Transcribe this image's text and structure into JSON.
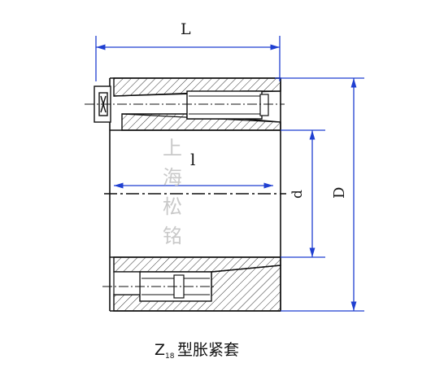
{
  "diagram": {
    "dimensions": {
      "L": "L",
      "l": "l",
      "d": "d",
      "D": "D"
    },
    "watermark": [
      "上",
      "海",
      "松",
      "铭"
    ],
    "caption": {
      "prefix": "Z",
      "subscript": "18",
      "title": "型胀紧套"
    }
  },
  "colors": {
    "outline": "#111111",
    "dimension": "#1f3fd1",
    "hatch": "#333333",
    "watermark": "#c9c9c9"
  }
}
